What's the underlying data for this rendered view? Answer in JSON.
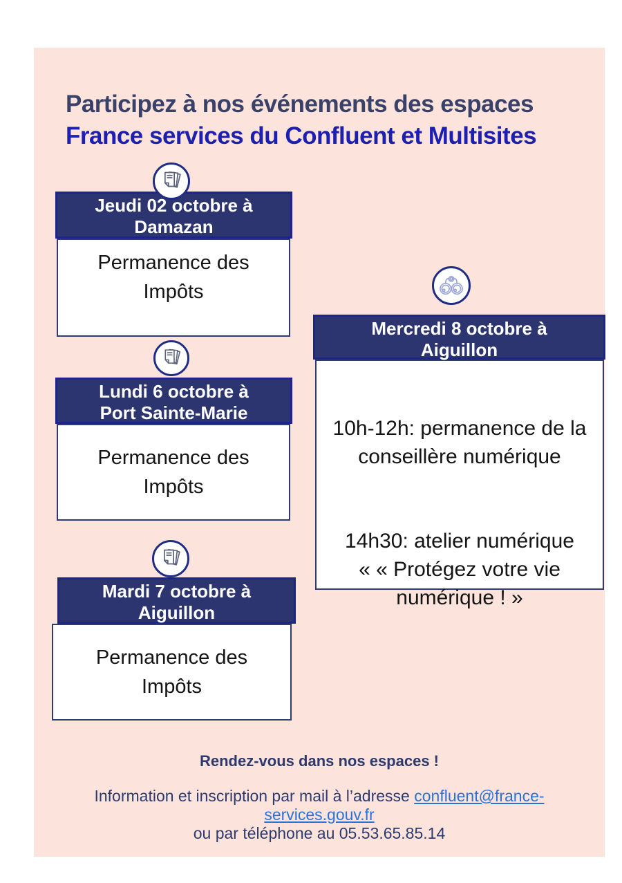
{
  "title": {
    "line1": "Participez à nos événements des espaces",
    "line2": "France services du Confluent et Multisites"
  },
  "cards": [
    {
      "icon": "pages-icon",
      "header": "Jeudi 02 octobre à\nDamazan",
      "body": "Permanence des\nImpôts"
    },
    {
      "icon": "pages-icon",
      "header": "Lundi 6 octobre à\nPort Sainte-Marie",
      "body": "Permanence des\nImpôts"
    },
    {
      "icon": "pages-icon",
      "header": "Mardi 7 octobre à\nAiguillon",
      "body": "Permanence des\nImpôts"
    },
    {
      "icon": "binoculars-icon",
      "header": "Mercredi 8 octobre à\nAiguillon",
      "body_p1": "10h-12h: permanence de la\nconseillère numérique",
      "body_p2": "14h30: atelier numérique\n« « Protégez votre vie\nnumérique ! »"
    }
  ],
  "footer": {
    "heading": "Rendez-vous dans nos espaces !",
    "info_prefix": "Information et inscription par mail à l’adresse ",
    "email_line1": "confluent@france-",
    "email_line2": "services.gouv.fr",
    "phone": "ou par téléphone au 05.53.65.85.14"
  },
  "colors": {
    "panel_background": "#FCE4DC",
    "header_background": "#2C356F",
    "header_border": "#1F2588",
    "title_line1": "#3A4168",
    "title_line2": "#1D20AE",
    "footer_text": "#2E3A6D",
    "link": "#2B72D8"
  }
}
